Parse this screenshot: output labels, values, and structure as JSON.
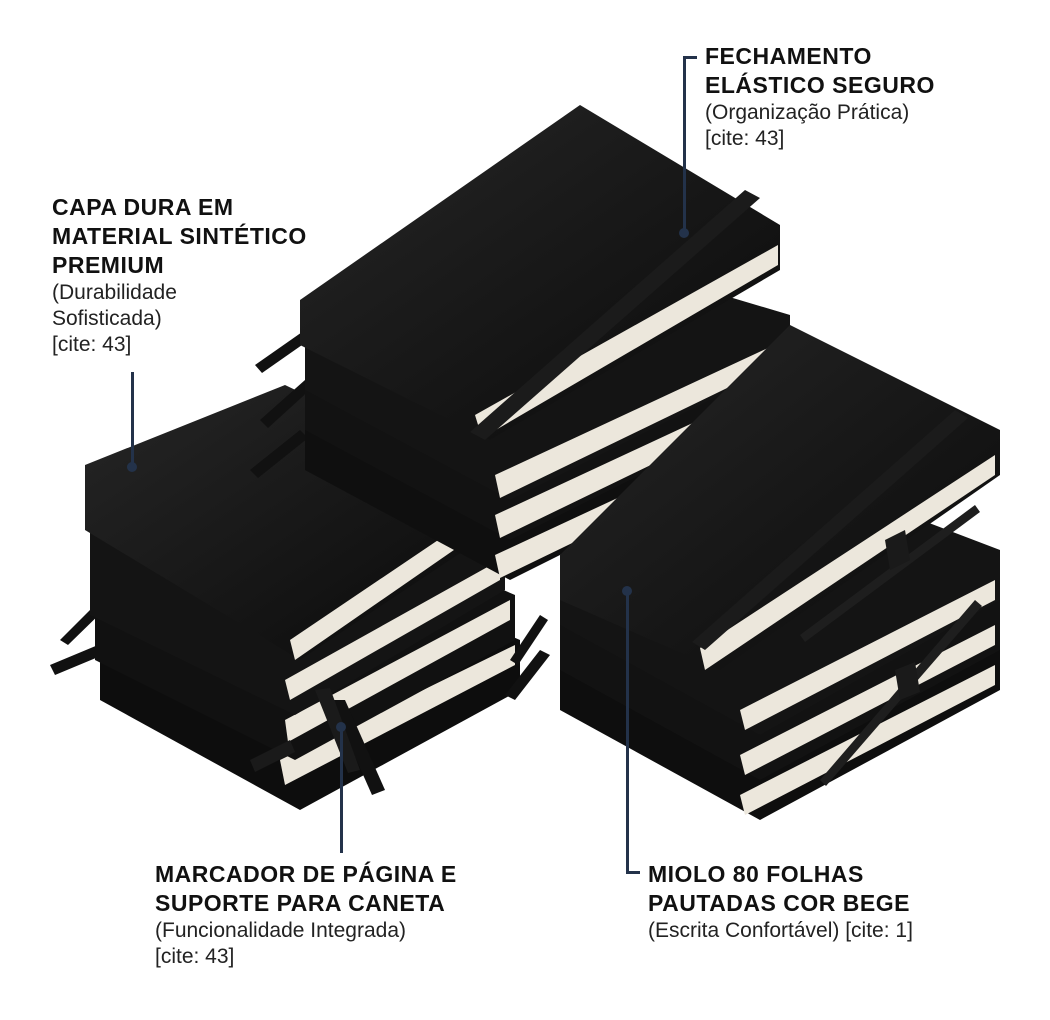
{
  "colors": {
    "background": "#ffffff",
    "notebook_cover": "#0f0f0f",
    "page_edge": "#ece7dc",
    "callout_line": "#23324a",
    "text": "#111111"
  },
  "callouts": {
    "closure": {
      "title_lines": [
        "FECHAMENTO",
        "ELÁSTICO SEGURO"
      ],
      "subtitle_lines": [
        "(Organização Prática)",
        "[cite: 43]"
      ]
    },
    "cover": {
      "title_lines": [
        "CAPA DURA EM",
        "MATERIAL SINTÉTICO",
        "PREMIUM"
      ],
      "subtitle_lines": [
        "(Durabilidade",
        "Sofisticada)",
        "[cite: 43]"
      ]
    },
    "bookmark": {
      "title_lines": [
        "MARCADOR DE PÁGINA E",
        "SUPORTE PARA CANETA"
      ],
      "subtitle_lines": [
        "(Funcionalidade Integrada)",
        "[cite: 43]"
      ]
    },
    "pages": {
      "title_lines": [
        "MIOLO 80 FOLHAS",
        "PAUTADAS COR BEGE"
      ],
      "subtitle_lines": [
        "(Escrita Confortável) [cite: 1]"
      ]
    }
  }
}
